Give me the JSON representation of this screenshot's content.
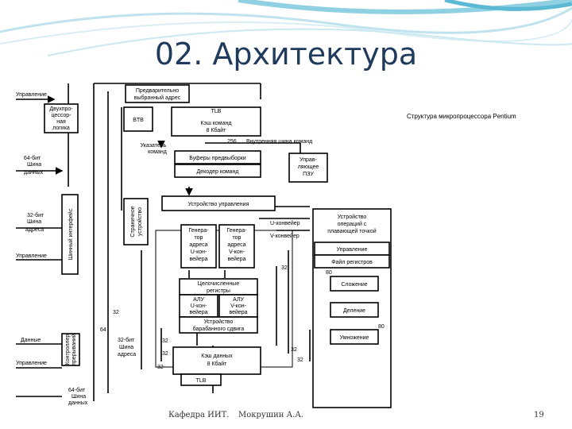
{
  "slide": {
    "title": "02. Архитектура",
    "caption": "Структура микропроцессора Pentium",
    "footer_dept": "Кафедра ИИТ.",
    "footer_author": "Мокрушин А.А.",
    "page_number": "19"
  },
  "diagram": {
    "left_labels": {
      "control_top": "Управление",
      "data64": [
        "64-бит",
        "Шина",
        "данных"
      ],
      "addr32": [
        "32-бит",
        "Шина",
        "адреса"
      ],
      "control_mid": "Управление",
      "data": "Данные",
      "control_bot": "Управление",
      "bus64": [
        "64-бит",
        "Шина",
        "данных"
      ]
    },
    "blocks": {
      "dual_proc": [
        "Двухпро-",
        "цессор-",
        "ная",
        "логика"
      ],
      "bus_interface": "Шинный интерфейс",
      "paging": [
        "Страничное",
        "устройство"
      ],
      "parity": [
        "Контроллер",
        "прерываний"
      ],
      "prefetch_addr": [
        "Предварительно",
        "выбранный адрес"
      ],
      "btb": "BTB",
      "tlb_top": "TLB",
      "code_cache": [
        "Кэш команд",
        "8 Кбайт"
      ],
      "instr_pointer": [
        "Указатель",
        "команд"
      ],
      "prefetch_buf": "Буферы предвыборки",
      "decoder": "Декодер команд",
      "rom": [
        "Управ-",
        "ляющее",
        "ПЗУ"
      ],
      "control_unit": "Устройство управления",
      "agen_u": [
        "Генера-",
        "тор",
        "адреса",
        "U-кон-",
        "вейера"
      ],
      "agen_v": [
        "Генера-",
        "тор",
        "адреса",
        "V-кон-",
        "вейера"
      ],
      "int_regs": [
        "Целочисленные",
        "регистры"
      ],
      "alu_u": [
        "АЛУ",
        "U-кон-",
        "вейера"
      ],
      "alu_v": [
        "АЛУ",
        "V-кон-",
        "вейера"
      ],
      "shifter": [
        "Устройство",
        "барабанного сдвига"
      ],
      "data_cache": [
        "Кэш данных",
        "8 Кбайт"
      ],
      "tlb_bot": "TLB",
      "fpu": [
        "Устройство",
        "операций с",
        "плавающей точкой"
      ],
      "fpu_ctrl": "Управление",
      "fpu_regs": "Файл регистров",
      "fadd": "Сложение",
      "fdiv": "Деление",
      "fmul": "Умножение"
    },
    "bus_labels": {
      "b256": "256",
      "internal_bus": "Внутренняя шина команд",
      "u_pipe": "U-конвейер",
      "v_pipe": "V-конвейер",
      "w32a": "32",
      "w32b": "32",
      "w64": "64",
      "addr32_inner": [
        "32-бит",
        "Шина",
        "адреса"
      ],
      "w32c": "32",
      "w32d": "32",
      "w32e": "32",
      "w32f": "32",
      "w32g": "32",
      "w80a": "80",
      "w80b": "80"
    }
  }
}
